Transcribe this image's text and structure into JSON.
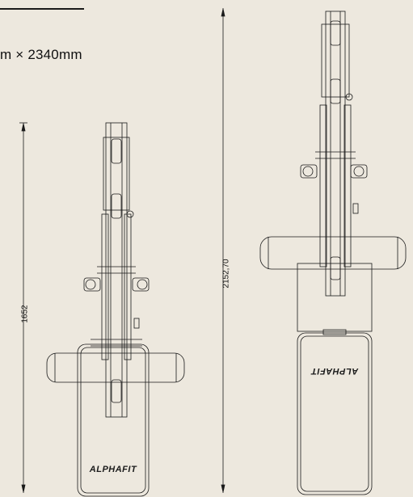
{
  "header": {
    "dimensions_text": "m × 2340mm"
  },
  "drawing_left": {
    "height_label": "1652",
    "brand": "ALPHAFIT"
  },
  "drawing_right": {
    "height_label": "2152,70",
    "brand": "ALPHAFIT"
  },
  "colors": {
    "background": "#ede8de",
    "ink": "#1a1a1a"
  }
}
